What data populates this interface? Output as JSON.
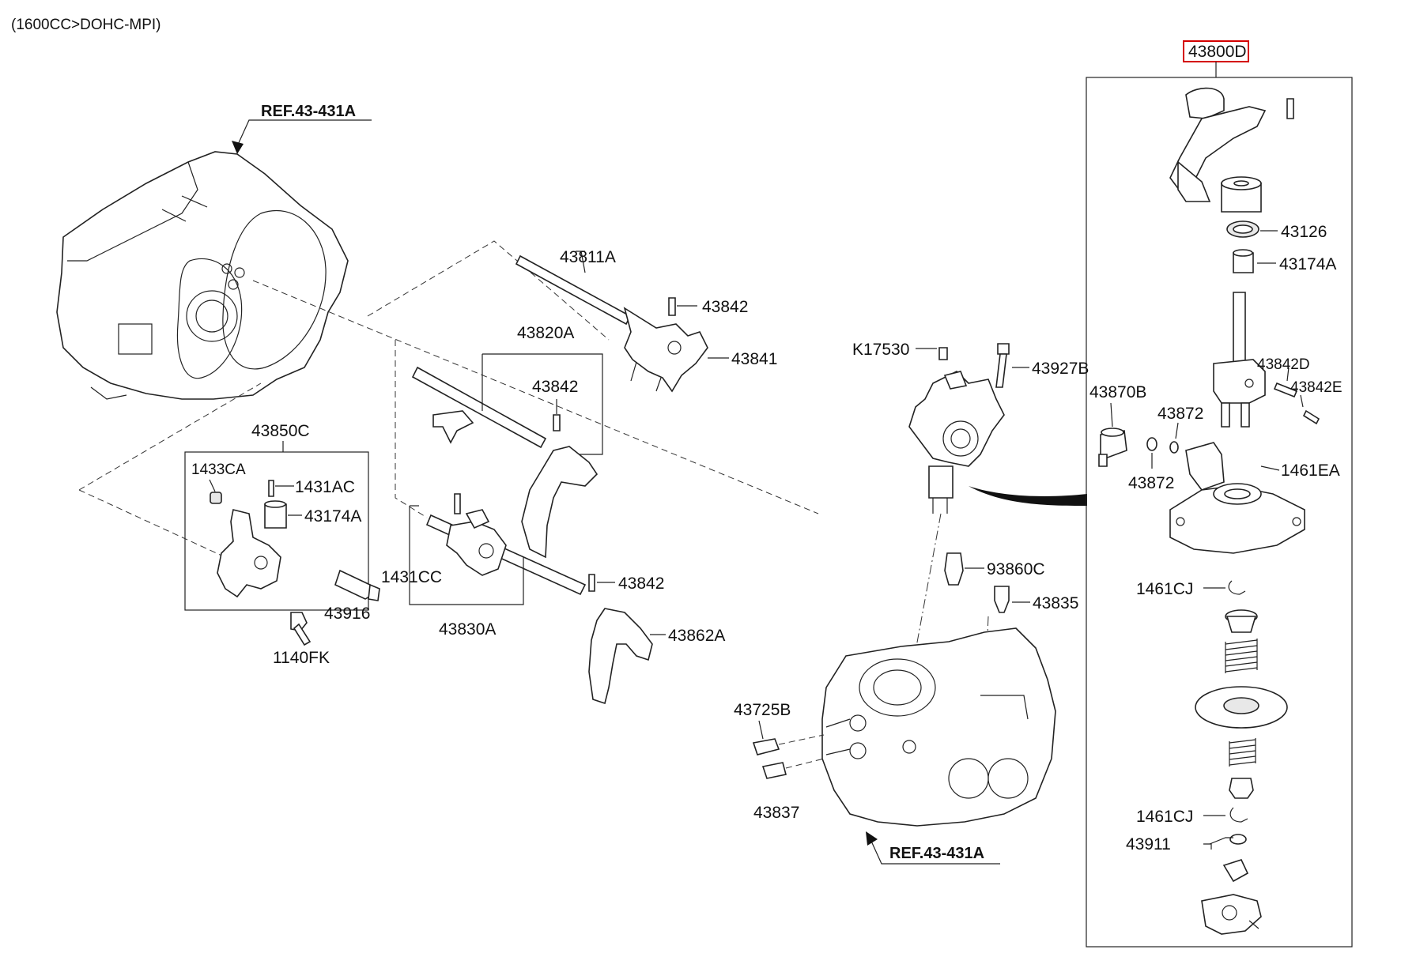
{
  "header": {
    "engine_spec": "(1600CC>DOHC-MPI)"
  },
  "assembly": {
    "code": "43800D",
    "highlight_color": "#d40000"
  },
  "references": {
    "top": "REF.43-431A",
    "bottom": "REF.43-431A"
  },
  "labels": {
    "p43811A": "43811A",
    "p43842_a": "43842",
    "p43841": "43841",
    "p43820A": "43820A",
    "p43842_b": "43842",
    "p43850C": "43850C",
    "p1433CA": "1433CA",
    "p1431AC": "1431AC",
    "p43174A_left": "43174A",
    "p1431CC": "1431CC",
    "p43842_c": "43842",
    "p43916": "43916",
    "p1140FK": "1140FK",
    "p43830A": "43830A",
    "p43862A": "43862A",
    "pK17530": "K17530",
    "p43927B": "43927B",
    "p93860C": "93860C",
    "p43835": "43835",
    "p43725B": "43725B",
    "p43837": "43837",
    "p43126": "43126",
    "p43174A_right": "43174A",
    "p43842D": "43842D",
    "p43842E": "43842E",
    "p43870B": "43870B",
    "p43872_a": "43872",
    "p43872_b": "43872",
    "p1461EA": "1461EA",
    "p1461CJ_a": "1461CJ",
    "p1461CJ_b": "1461CJ",
    "p43911": "43911"
  }
}
